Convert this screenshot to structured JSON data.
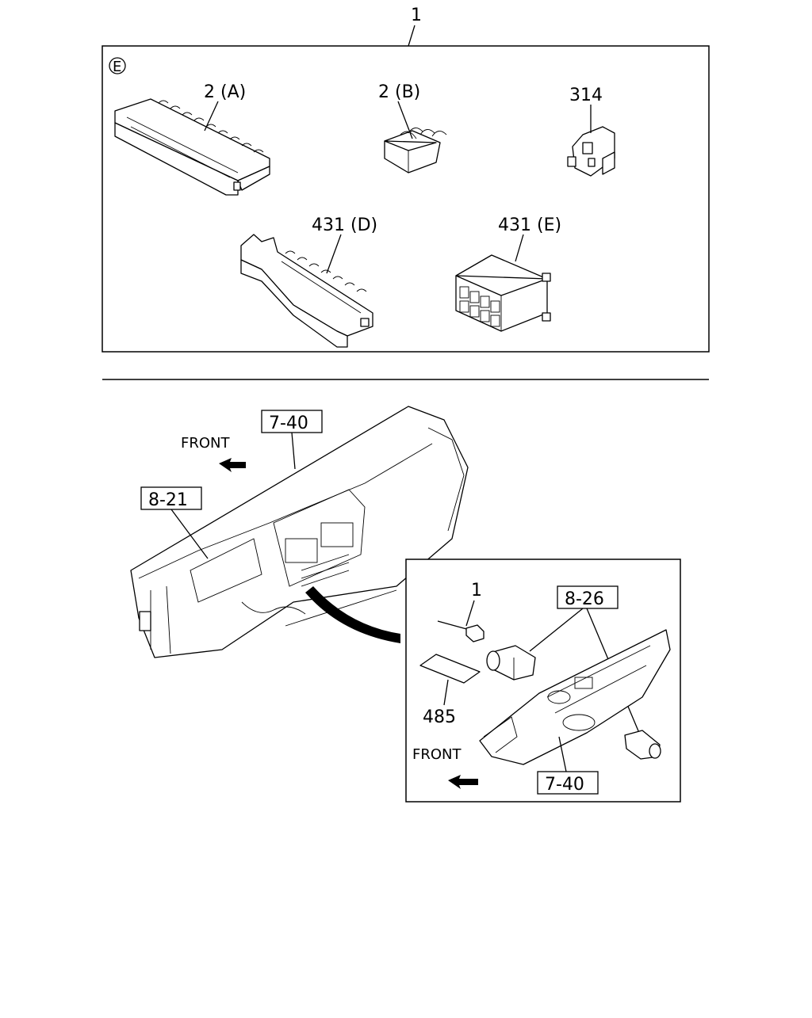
{
  "top_callout": "1",
  "section_badge": "E",
  "parts": {
    "p2a": "2 (A)",
    "p2b": "2 (B)",
    "p314": "314",
    "p431d": "431 (D)",
    "p431e": "431 (E)"
  },
  "lower": {
    "front_left": "FRONT",
    "ref_7_40_top": "7-40",
    "ref_8_21": "8-21",
    "inset": {
      "callout_1": "1",
      "ref_8_26": "8-26",
      "callout_485": "485",
      "front": "FRONT",
      "ref_7_40_bottom": "7-40"
    }
  }
}
